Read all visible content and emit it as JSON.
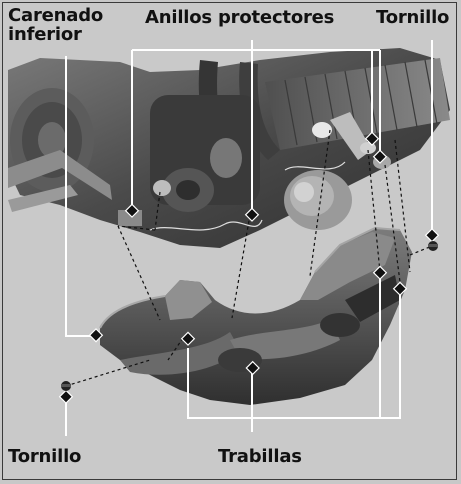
{
  "labels": {
    "carenado_line1": "Carenado",
    "carenado_line2": "inferior",
    "anillos": "Anillos protectores",
    "tornillo_top": "Tornillo",
    "tornillo_bottom": "Tornillo",
    "trabillas": "Trabillas"
  },
  "colors": {
    "background": "#c9c9c9",
    "engine_dark": "#3d3d3d",
    "engine_mid": "#6f6f6f",
    "fairing": "#5a5a5a",
    "leader_line": "#ffffff",
    "dashed_line": "#1a1a1a"
  }
}
